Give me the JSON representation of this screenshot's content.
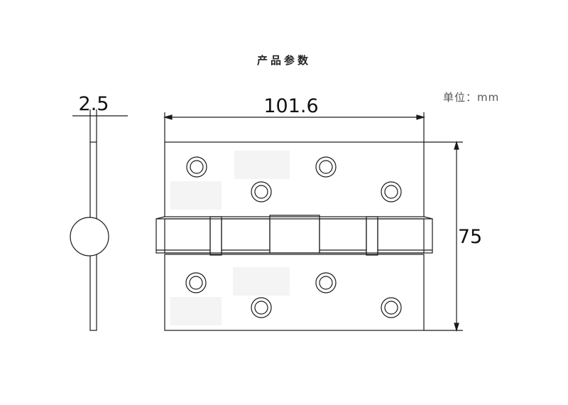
{
  "title": "产品参数",
  "unit_label": "单位：mm",
  "dimensions": {
    "thickness": "2.5",
    "width": "101.6",
    "height": "75"
  }
}
